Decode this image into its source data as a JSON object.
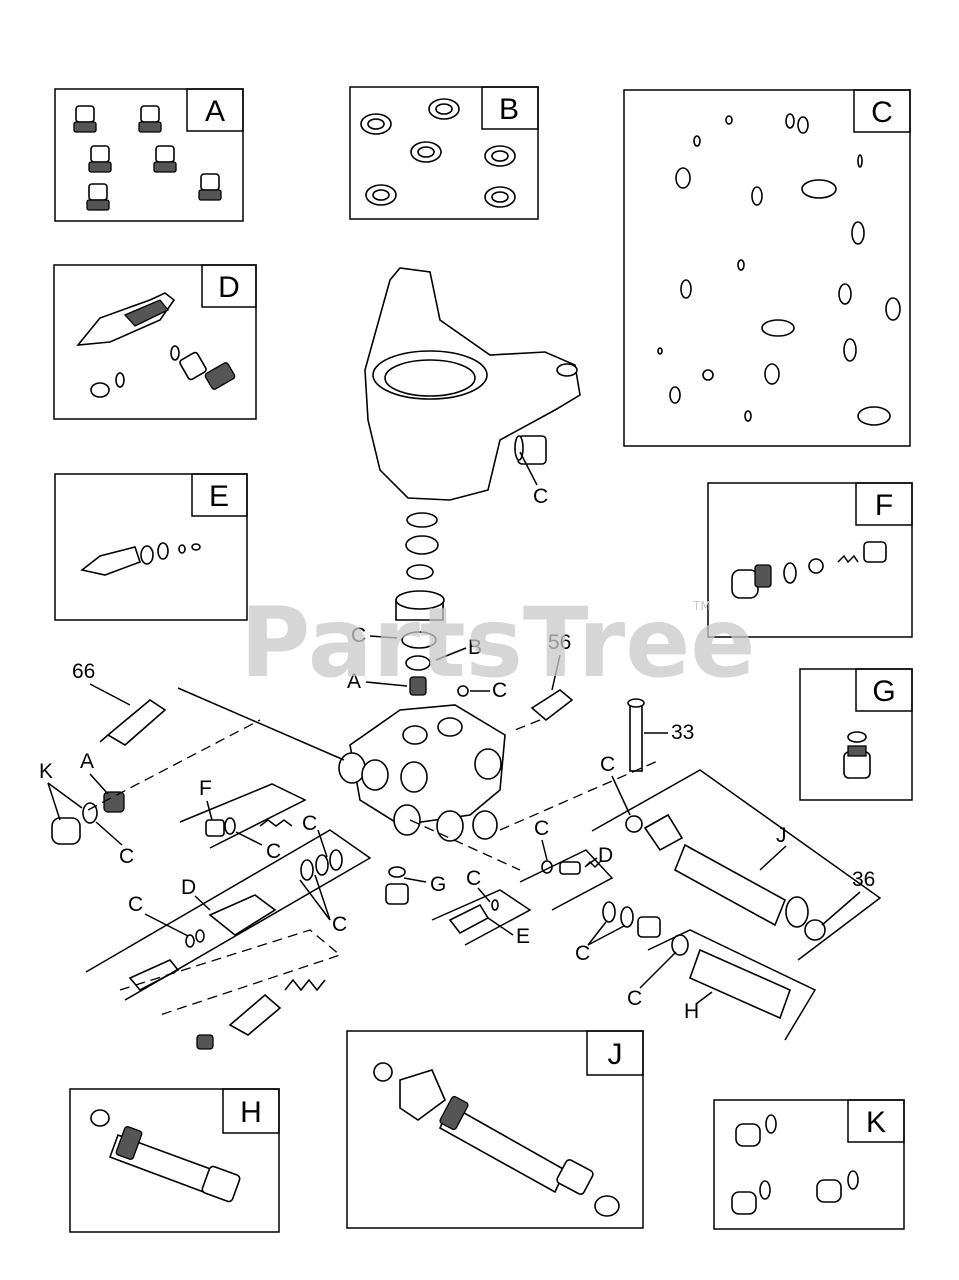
{
  "watermark": {
    "text": "PartsTree",
    "tm": "TM"
  },
  "kits": {
    "A": "A",
    "B": "B",
    "C": "C",
    "D": "D",
    "E": "E",
    "F": "F",
    "G": "G",
    "H": "H",
    "J": "J",
    "K": "K"
  },
  "callouts": {
    "c_housing": "C",
    "c_seal": "C",
    "b_seal": "B",
    "a_valve": "A",
    "c_ball": "C",
    "n56": "56",
    "n66": "66",
    "k_left": "K",
    "a_left": "A",
    "c_left": "C",
    "f_mid": "F",
    "c_f": "C",
    "c_upper": "C",
    "d_mid": "D",
    "c_d_left": "C",
    "c_d_right": "C",
    "g_mid": "G",
    "c_e1": "C",
    "e_mid": "E",
    "c_d2": "C",
    "d_right": "D",
    "n33": "33",
    "c_j": "C",
    "j_mid": "J",
    "n36": "36",
    "c_fit": "C",
    "c_h": "C",
    "h_mid": "H"
  }
}
